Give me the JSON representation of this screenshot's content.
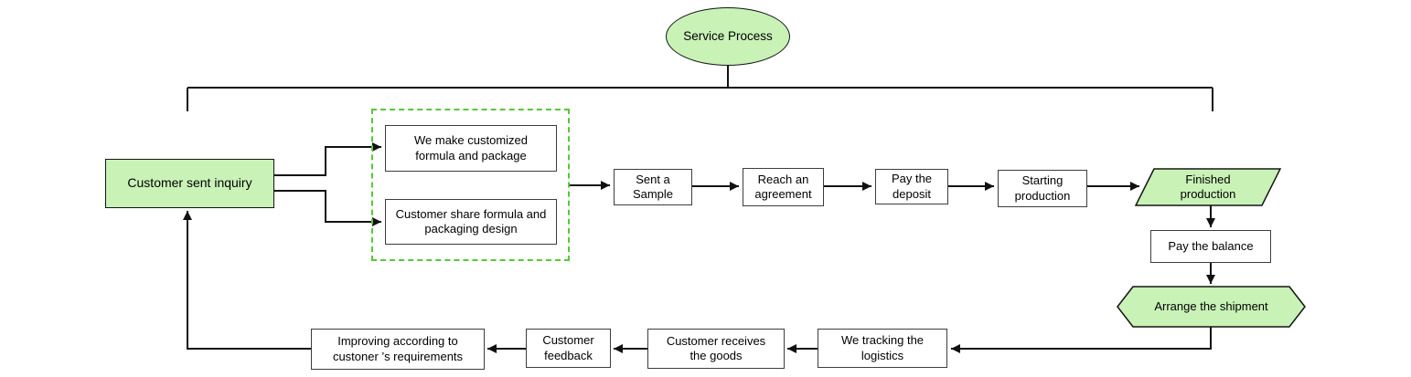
{
  "diagram": {
    "type": "flowchart",
    "title": "Service Process",
    "colors": {
      "node_fill_green": "#c9f2b7",
      "node_border_dark": "#141414",
      "box_border_gray": "#3d3d3d",
      "dashed_group_border": "#55c839",
      "connector": "#111111",
      "text": "#000000",
      "background": "#ffffff"
    },
    "nodes": {
      "service_process": {
        "label": "Service Process",
        "shape": "ellipse",
        "fill": "green"
      },
      "customer_inquiry": {
        "label": "Customer sent inquiry",
        "shape": "rectangle",
        "fill": "green"
      },
      "make_formula": {
        "label": "We make customized\nformula and package",
        "shape": "rectangle",
        "fill": "white",
        "group": "formula-options"
      },
      "share_formula": {
        "label": "Customer share formula and\npackaging design",
        "shape": "rectangle",
        "fill": "white",
        "group": "formula-options"
      },
      "sent_sample": {
        "label": "Sent a\nSample",
        "shape": "rectangle",
        "fill": "white"
      },
      "reach_agreement": {
        "label": "Reach an\nagreement",
        "shape": "rectangle",
        "fill": "white"
      },
      "pay_deposit": {
        "label": "Pay the\ndeposit",
        "shape": "rectangle",
        "fill": "white"
      },
      "starting_production": {
        "label": "Starting\nproduction",
        "shape": "rectangle",
        "fill": "white"
      },
      "finished_production": {
        "label": "Finished\nproduction",
        "shape": "parallelogram",
        "fill": "green"
      },
      "pay_balance": {
        "label": "Pay the balance",
        "shape": "rectangle",
        "fill": "white"
      },
      "arrange_shipment": {
        "label": "Arrange the shipment",
        "shape": "hexagon",
        "fill": "green"
      },
      "tracking_logistics": {
        "label": "We tracking the\nlogistics",
        "shape": "rectangle",
        "fill": "white"
      },
      "receives_goods": {
        "label": "Customer receives\nthe goods",
        "shape": "rectangle",
        "fill": "white"
      },
      "customer_feedback": {
        "label": "Customer\nfeedback",
        "shape": "rectangle",
        "fill": "white"
      },
      "improving": {
        "label": "Improving according to\ncustoner ’s requirements",
        "shape": "rectangle",
        "fill": "white"
      }
    },
    "edges": [
      {
        "from": "service_process",
        "to": "customer_inquiry"
      },
      {
        "from": "service_process",
        "to": "finished_production"
      },
      {
        "from": "customer_inquiry",
        "to": "make_formula"
      },
      {
        "from": "customer_inquiry",
        "to": "share_formula"
      },
      {
        "from": "formula-options-group",
        "to": "sent_sample"
      },
      {
        "from": "sent_sample",
        "to": "reach_agreement"
      },
      {
        "from": "reach_agreement",
        "to": "pay_deposit"
      },
      {
        "from": "pay_deposit",
        "to": "starting_production"
      },
      {
        "from": "starting_production",
        "to": "finished_production"
      },
      {
        "from": "finished_production",
        "to": "pay_balance"
      },
      {
        "from": "pay_balance",
        "to": "arrange_shipment"
      },
      {
        "from": "arrange_shipment",
        "to": "tracking_logistics"
      },
      {
        "from": "tracking_logistics",
        "to": "receives_goods"
      },
      {
        "from": "receives_goods",
        "to": "customer_feedback"
      },
      {
        "from": "customer_feedback",
        "to": "improving"
      },
      {
        "from": "improving",
        "to": "customer_inquiry"
      }
    ]
  }
}
